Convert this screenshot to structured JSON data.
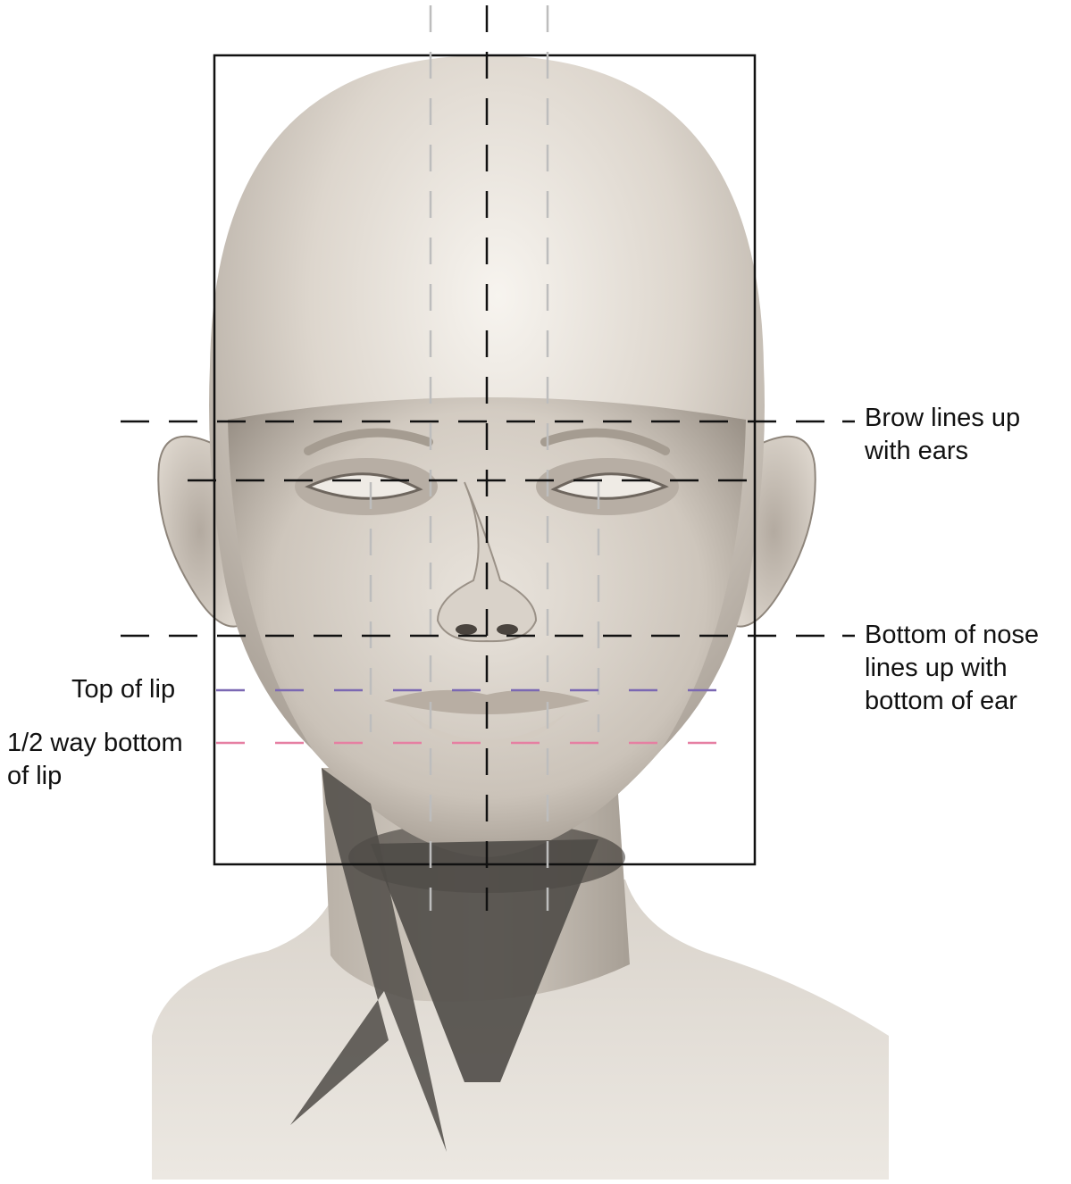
{
  "diagram": {
    "labels": {
      "brow": [
        "Brow lines up",
        "with ears"
      ],
      "nose": [
        "Bottom of nose",
        "lines up with",
        "bottom of ear"
      ],
      "lip_top": "Top of lip",
      "lip_half": [
        "1/2 way bottom",
        "of lip"
      ]
    },
    "colors": {
      "background": "#ffffff",
      "skin_light": "#e9e4dd",
      "skin_mid": "#cfc7bd",
      "skin_shadow": "#8e857b",
      "guide_black": "#111111",
      "guide_grey": "#bdbdbd",
      "lip_top_line": "#7b68b3",
      "lip_half_line": "#e67fa2",
      "neck_muscle": "#4f4b47"
    }
  }
}
